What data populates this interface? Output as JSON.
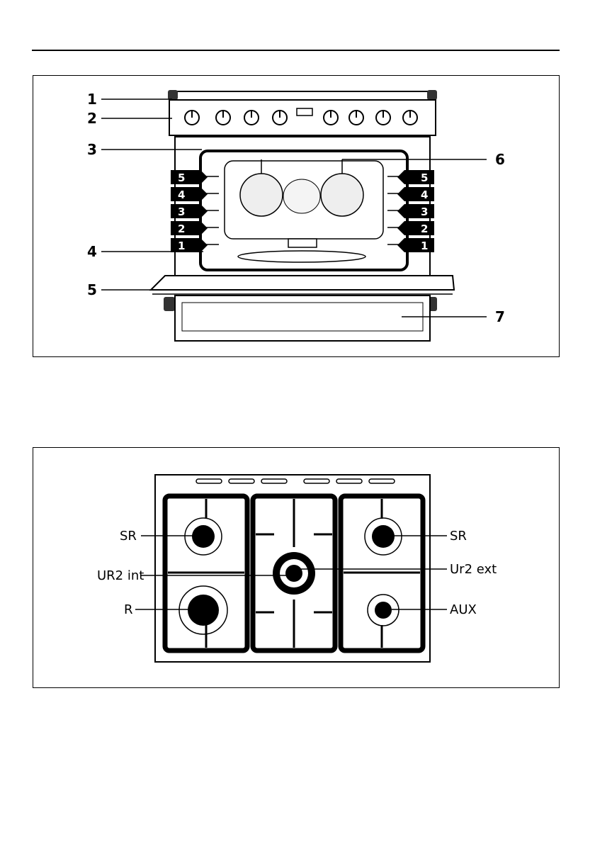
{
  "oven_figure": {
    "callouts_left": [
      "1",
      "2",
      "3",
      "4",
      "5"
    ],
    "callouts_right": [
      "6",
      "7"
    ],
    "shelf_levels": [
      "5",
      "4",
      "3",
      "2",
      "1"
    ]
  },
  "hob_figure": {
    "labels": {
      "sr_left": "SR",
      "ur2_int": "UR2 int",
      "r": "R",
      "sr_right": "SR",
      "ur2_ext": "Ur2 ext",
      "aux": "AUX"
    }
  },
  "colors": {
    "line": "#000000",
    "background": "#ffffff"
  }
}
